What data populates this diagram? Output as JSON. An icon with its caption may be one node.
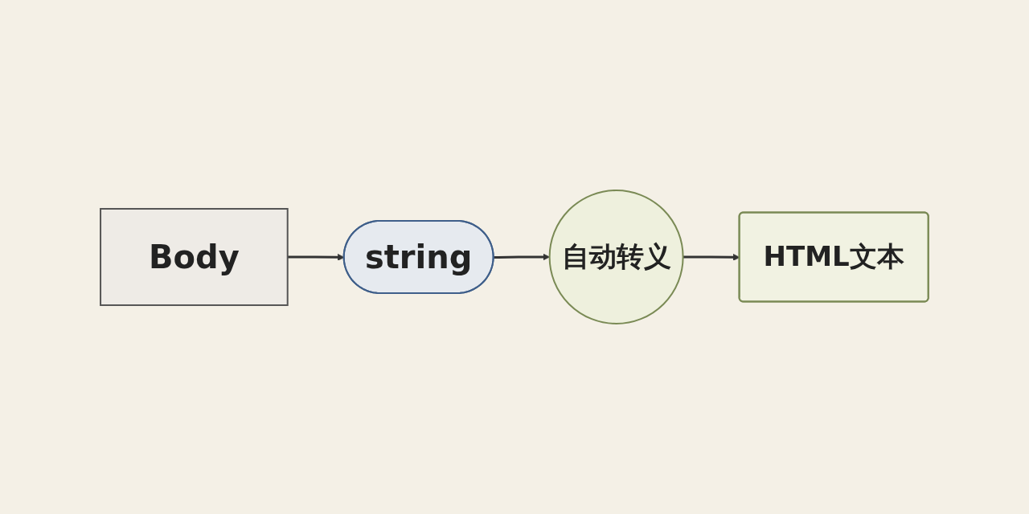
{
  "diagram": {
    "nodes": [
      {
        "text": [
          "Body"
        ]
      },
      {
        "text": [
          "string"
        ]
      },
      {
        "text": [
          "自动转义"
        ]
      },
      {
        "text": [
          "HTML文本"
        ]
      }
    ],
    "edges": [
      {
        "from": 0,
        "to": 1,
        "arrow": "to"
      },
      {
        "from": 1,
        "to": 2,
        "arrow": "to"
      },
      {
        "from": 2,
        "to": 3,
        "arrow": "to"
      }
    ]
  }
}
